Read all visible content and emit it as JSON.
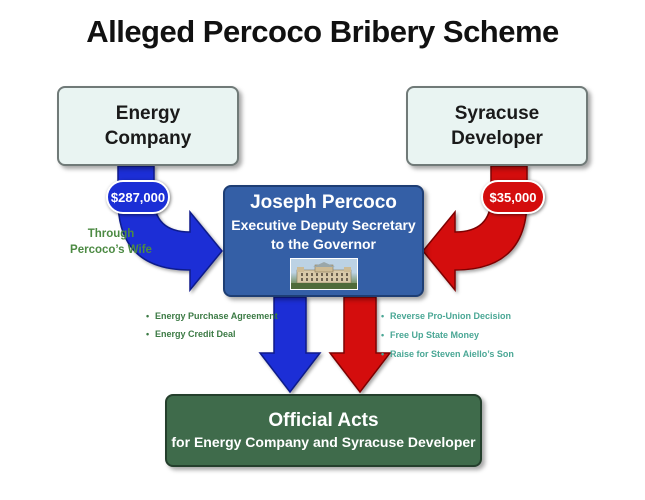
{
  "title": "Alleged Percoco Bribery Scheme",
  "energy_company": {
    "line1": "Energy",
    "line2": "Company"
  },
  "syracuse_developer": {
    "line1": "Syracuse",
    "line2": "Developer"
  },
  "percoco": {
    "name": "Joseph Percoco",
    "role_line1": "Executive Deputy Secretary",
    "role_line2": "to the Governor",
    "image": "ny-state-capitol-photo"
  },
  "payments": {
    "energy_amount": "$287,000",
    "syracuse_amount": "$35,000",
    "energy_note_line1": "Through",
    "energy_note_line2": "Percoco’s Wife"
  },
  "energy_acts": [
    "Energy Purchase Agreement",
    "Energy Credit Deal"
  ],
  "syracuse_acts": [
    "Reverse Pro-Union Decision",
    "Free Up State Money",
    "Raise for Steven Aiello’s Son"
  ],
  "official_acts": {
    "title": "Official Acts",
    "subtitle": "for Energy Company and Syracuse Developer"
  },
  "colors": {
    "blue_arrow": "#1b2fd6",
    "red_arrow": "#d40d0d",
    "percoco_box": "#345fa6",
    "official_box": "#3f6b4b",
    "company_box": "#e9f4f2"
  }
}
